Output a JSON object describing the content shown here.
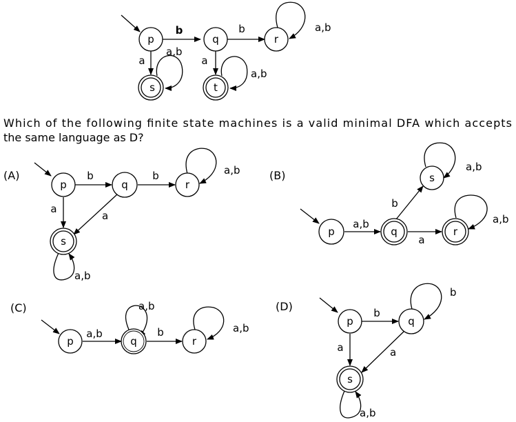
{
  "question_line1": "Which of the following finite state machines is a valid minimal DFA which accepts",
  "question_line2": "the same language as D?",
  "option_labels": {
    "a": "(A)",
    "b": "(B)",
    "c": "(C)",
    "d": "(D)"
  },
  "dfa_D": {
    "states": [
      "p",
      "q",
      "r",
      "s",
      "t"
    ],
    "start": "p",
    "accepting": [
      "s",
      "t"
    ],
    "edges": {
      "p_q": "b",
      "q_r": "b",
      "r_r": "a,b",
      "p_s": "a",
      "s_s": "a,b",
      "q_t": "a",
      "t_t": "a,b"
    }
  },
  "option_a": {
    "states": [
      "p",
      "q",
      "r",
      "s"
    ],
    "start": "p",
    "accepting": [
      "s"
    ],
    "edges": {
      "p_q": "b",
      "q_r": "b",
      "r_r": "a,b",
      "p_s": "a",
      "q_s": "a",
      "s_s": "a,b"
    }
  },
  "option_b": {
    "states": [
      "p",
      "q",
      "r",
      "s"
    ],
    "start": "p",
    "accepting": [
      "q",
      "r"
    ],
    "edges": {
      "p_q": "a,b",
      "q_s": "b",
      "s_s": "a,b",
      "q_r": "a",
      "r_r": "a,b"
    }
  },
  "option_c": {
    "states": [
      "p",
      "q",
      "r"
    ],
    "start": "p",
    "accepting": [
      "q"
    ],
    "edges": {
      "p_q": "a,b",
      "q_q": "a,b",
      "q_r": "b",
      "r_r": "a,b"
    }
  },
  "option_d": {
    "states": [
      "p",
      "q",
      "s"
    ],
    "start": "p",
    "accepting": [
      "s"
    ],
    "edges": {
      "p_q": "b",
      "q_q": "b",
      "p_s": "a",
      "q_s": "a",
      "s_s": "a,b"
    }
  }
}
